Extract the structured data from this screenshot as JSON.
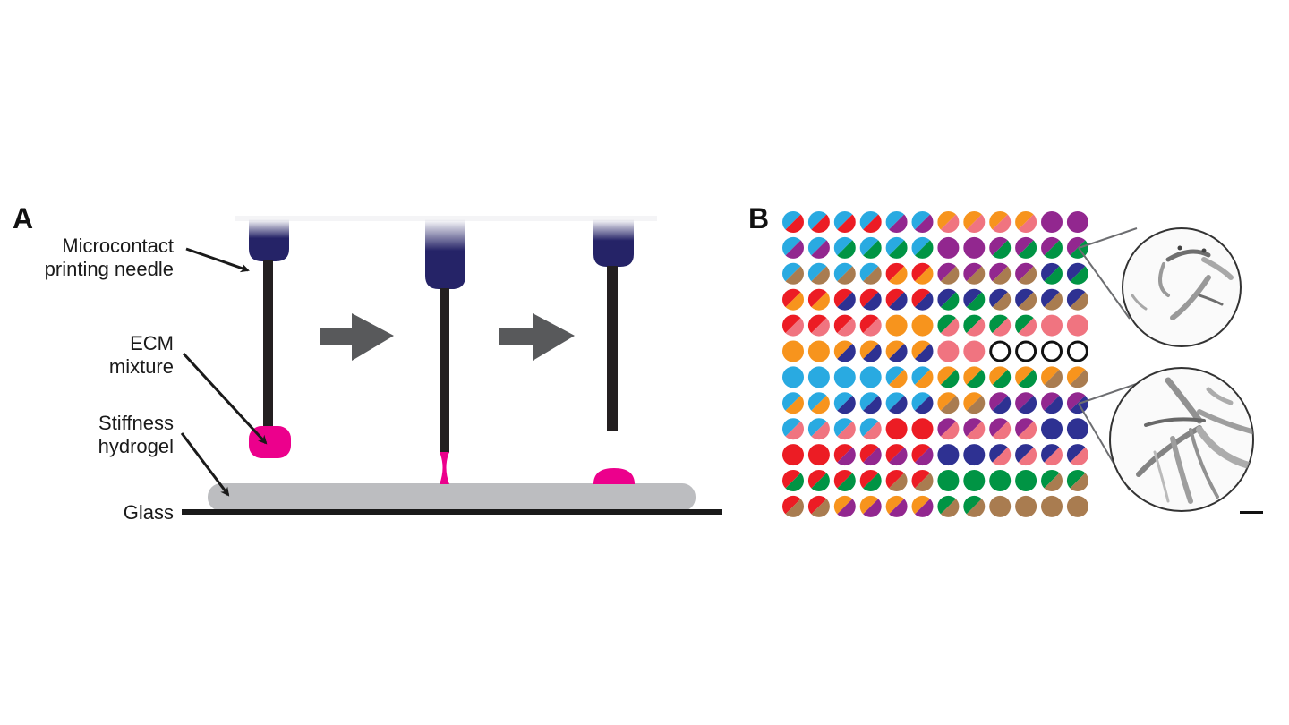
{
  "panel_a": {
    "label": "A",
    "labels": {
      "needle_line1": "Microcontact",
      "needle_line2": "printing needle",
      "ecm_line1": "ECM",
      "ecm_line2": "mixture",
      "hydrogel_line1": "Stiffness",
      "hydrogel_line2": "hydrogel",
      "glass": "Glass"
    },
    "steps": [
      "droplet-on-needle",
      "contact-transfer",
      "spot-deposited"
    ]
  },
  "panel_b": {
    "label": "B",
    "colors": {
      "cyan": "#29aae1",
      "red": "#ec1c24",
      "purple": "#92278f",
      "orange": "#f7941d",
      "pink": "#f07480",
      "green": "#009444",
      "brown": "#a97c50",
      "navy": "#2e3192",
      "empty": "none"
    },
    "grid": [
      [
        [
          "cyan",
          "red"
        ],
        [
          "cyan",
          "red"
        ],
        [
          "cyan",
          "red"
        ],
        [
          "cyan",
          "red"
        ],
        [
          "cyan",
          "purple"
        ],
        [
          "cyan",
          "purple"
        ],
        [
          "orange",
          "pink"
        ],
        [
          "orange",
          "pink"
        ],
        [
          "orange",
          "pink"
        ],
        [
          "orange",
          "pink"
        ],
        [
          "purple",
          "purple"
        ],
        [
          "purple",
          "purple"
        ]
      ],
      [
        [
          "cyan",
          "purple"
        ],
        [
          "cyan",
          "purple"
        ],
        [
          "cyan",
          "green"
        ],
        [
          "cyan",
          "green"
        ],
        [
          "cyan",
          "green"
        ],
        [
          "cyan",
          "green"
        ],
        [
          "purple",
          "purple"
        ],
        [
          "purple",
          "purple"
        ],
        [
          "purple",
          "green"
        ],
        [
          "purple",
          "green"
        ],
        [
          "purple",
          "green"
        ],
        [
          "purple",
          "green"
        ]
      ],
      [
        [
          "cyan",
          "brown"
        ],
        [
          "cyan",
          "brown"
        ],
        [
          "cyan",
          "brown"
        ],
        [
          "cyan",
          "brown"
        ],
        [
          "red",
          "orange"
        ],
        [
          "red",
          "orange"
        ],
        [
          "purple",
          "brown"
        ],
        [
          "purple",
          "brown"
        ],
        [
          "purple",
          "brown"
        ],
        [
          "purple",
          "brown"
        ],
        [
          "navy",
          "green"
        ],
        [
          "navy",
          "green"
        ]
      ],
      [
        [
          "red",
          "orange"
        ],
        [
          "red",
          "orange"
        ],
        [
          "red",
          "navy"
        ],
        [
          "red",
          "navy"
        ],
        [
          "red",
          "navy"
        ],
        [
          "red",
          "navy"
        ],
        [
          "navy",
          "green"
        ],
        [
          "navy",
          "green"
        ],
        [
          "navy",
          "brown"
        ],
        [
          "navy",
          "brown"
        ],
        [
          "navy",
          "brown"
        ],
        [
          "navy",
          "brown"
        ]
      ],
      [
        [
          "red",
          "pink"
        ],
        [
          "red",
          "pink"
        ],
        [
          "red",
          "pink"
        ],
        [
          "red",
          "pink"
        ],
        [
          "orange",
          "orange"
        ],
        [
          "orange",
          "orange"
        ],
        [
          "green",
          "pink"
        ],
        [
          "green",
          "pink"
        ],
        [
          "green",
          "pink"
        ],
        [
          "green",
          "pink"
        ],
        [
          "pink",
          "pink"
        ],
        [
          "pink",
          "pink"
        ]
      ],
      [
        [
          "orange",
          "orange"
        ],
        [
          "orange",
          "orange"
        ],
        [
          "orange",
          "navy"
        ],
        [
          "orange",
          "navy"
        ],
        [
          "orange",
          "navy"
        ],
        [
          "orange",
          "navy"
        ],
        [
          "pink",
          "pink"
        ],
        [
          "pink",
          "pink"
        ],
        [
          "empty",
          "empty"
        ],
        [
          "empty",
          "empty"
        ],
        [
          "empty",
          "empty"
        ],
        [
          "empty",
          "empty"
        ]
      ],
      [
        [
          "cyan",
          "cyan"
        ],
        [
          "cyan",
          "cyan"
        ],
        [
          "cyan",
          "cyan"
        ],
        [
          "cyan",
          "cyan"
        ],
        [
          "cyan",
          "orange"
        ],
        [
          "cyan",
          "orange"
        ],
        [
          "orange",
          "green"
        ],
        [
          "orange",
          "green"
        ],
        [
          "orange",
          "green"
        ],
        [
          "orange",
          "green"
        ],
        [
          "orange",
          "brown"
        ],
        [
          "orange",
          "brown"
        ]
      ],
      [
        [
          "cyan",
          "orange"
        ],
        [
          "cyan",
          "orange"
        ],
        [
          "cyan",
          "navy"
        ],
        [
          "cyan",
          "navy"
        ],
        [
          "cyan",
          "navy"
        ],
        [
          "cyan",
          "navy"
        ],
        [
          "orange",
          "brown"
        ],
        [
          "orange",
          "brown"
        ],
        [
          "purple",
          "navy"
        ],
        [
          "purple",
          "navy"
        ],
        [
          "purple",
          "navy"
        ],
        [
          "purple",
          "navy"
        ]
      ],
      [
        [
          "cyan",
          "pink"
        ],
        [
          "cyan",
          "pink"
        ],
        [
          "cyan",
          "pink"
        ],
        [
          "cyan",
          "pink"
        ],
        [
          "red",
          "red"
        ],
        [
          "red",
          "red"
        ],
        [
          "purple",
          "pink"
        ],
        [
          "purple",
          "pink"
        ],
        [
          "purple",
          "pink"
        ],
        [
          "purple",
          "pink"
        ],
        [
          "navy",
          "navy"
        ],
        [
          "navy",
          "navy"
        ]
      ],
      [
        [
          "red",
          "red"
        ],
        [
          "red",
          "red"
        ],
        [
          "red",
          "purple"
        ],
        [
          "red",
          "purple"
        ],
        [
          "red",
          "purple"
        ],
        [
          "red",
          "purple"
        ],
        [
          "navy",
          "navy"
        ],
        [
          "navy",
          "navy"
        ],
        [
          "navy",
          "pink"
        ],
        [
          "navy",
          "pink"
        ],
        [
          "navy",
          "pink"
        ],
        [
          "navy",
          "pink"
        ]
      ],
      [
        [
          "red",
          "green"
        ],
        [
          "red",
          "green"
        ],
        [
          "red",
          "green"
        ],
        [
          "red",
          "green"
        ],
        [
          "red",
          "brown"
        ],
        [
          "red",
          "brown"
        ],
        [
          "green",
          "green"
        ],
        [
          "green",
          "green"
        ],
        [
          "green",
          "green"
        ],
        [
          "green",
          "green"
        ],
        [
          "green",
          "brown"
        ],
        [
          "green",
          "brown"
        ]
      ],
      [
        [
          "red",
          "brown"
        ],
        [
          "red",
          "brown"
        ],
        [
          "orange",
          "purple"
        ],
        [
          "orange",
          "purple"
        ],
        [
          "orange",
          "purple"
        ],
        [
          "orange",
          "purple"
        ],
        [
          "green",
          "brown"
        ],
        [
          "green",
          "brown"
        ],
        [
          "brown",
          "brown"
        ],
        [
          "brown",
          "brown"
        ],
        [
          "brown",
          "brown"
        ],
        [
          "brown",
          "brown"
        ]
      ]
    ],
    "insets": [
      {
        "source": "row 2, column 12",
        "content": "cell image (sparse cells)"
      },
      {
        "source": "row 8, column 12",
        "content": "cell image (spread cells)"
      }
    ],
    "scale_bar": true
  }
}
